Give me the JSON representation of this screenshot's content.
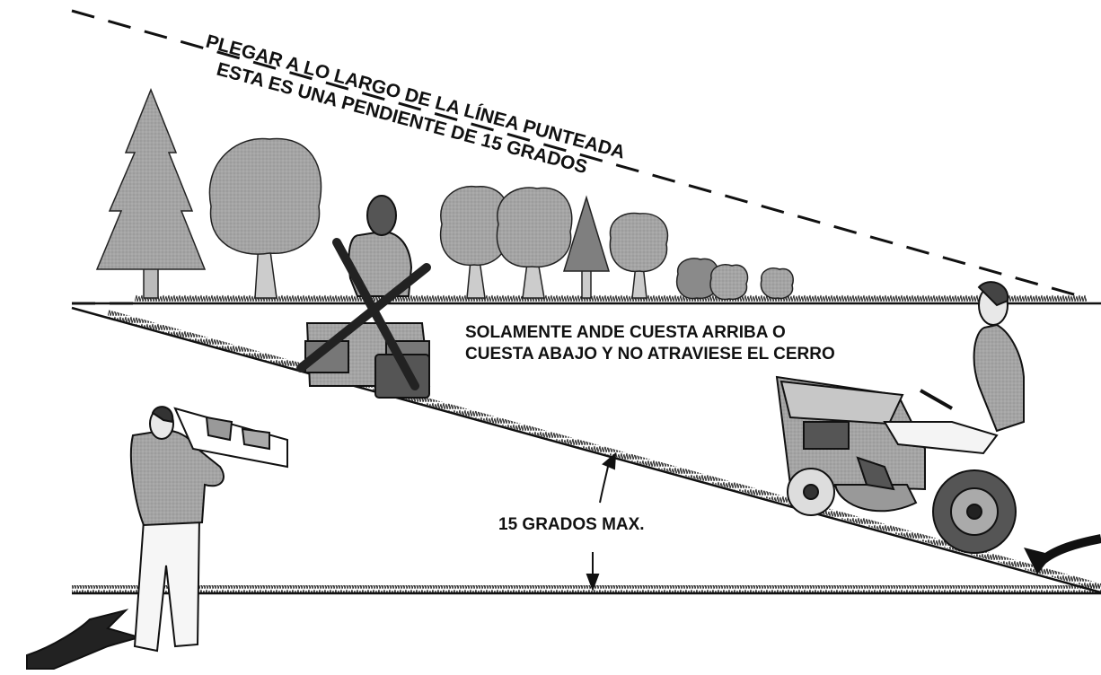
{
  "fold_instruction": "PLEGAR A LO LARGO DE LA LÍNEA PUNTEADA",
  "slope_statement": "ESTA ES UNA PENDIENTE DE 15 GRADOS",
  "safety_instruction": {
    "line1": "SOLAMENTE ANDE CUESTA ARRIBA O",
    "line2": "CUESTA ABAJO Y NO ATRAVIESE EL CERRO"
  },
  "angle_label": "15 GRADOS MAX.",
  "colors": {
    "line": "#111111",
    "tree_fill": "#9a9a9a",
    "tree_dark": "#7a7a7a",
    "tractor_fill": "#a8a8a8",
    "shirt_fill": "#b5b5b5",
    "pants_fill": "#f2f2f2"
  },
  "icons": {
    "no_cross": "cross-mark-icon",
    "direction_arrow": "curved-arrow-icon"
  }
}
